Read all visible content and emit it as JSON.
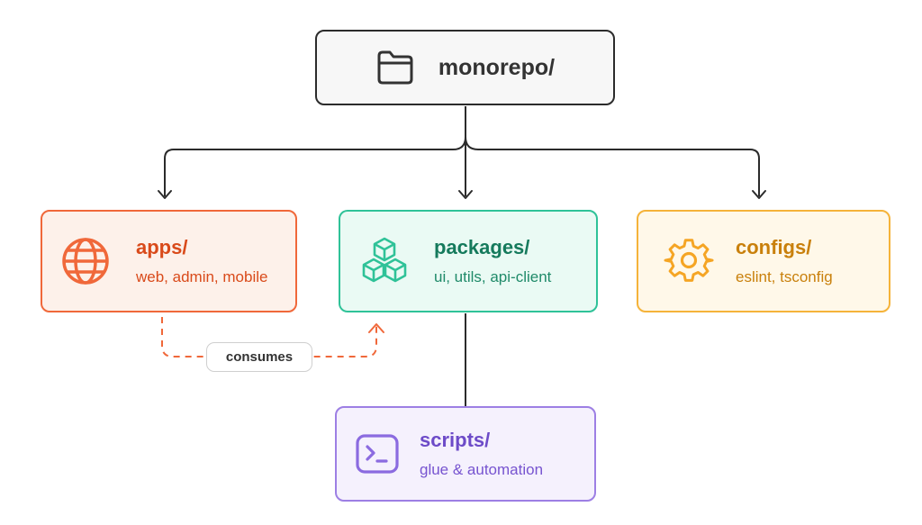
{
  "root": {
    "title": "monorepo/",
    "icon": "folder-icon"
  },
  "children": [
    {
      "id": "apps",
      "title": "apps/",
      "subtitle": "web, admin, mobile",
      "icon": "globe-icon",
      "color": "#f0683a"
    },
    {
      "id": "packages",
      "title": "packages/",
      "subtitle": "ui, utils, api-client",
      "icon": "cubes-icon",
      "color": "#2fc298"
    },
    {
      "id": "configs",
      "title": "configs/",
      "subtitle": "eslint, tsconfig",
      "icon": "gear-icon",
      "color": "#f5b33a"
    }
  ],
  "scripts": {
    "title": "scripts/",
    "subtitle": "glue & automation",
    "icon": "terminal-icon",
    "color": "#9d7fe4"
  },
  "edge_label": "consumes",
  "colors": {
    "connector": "#2b2b2b",
    "consumes_edge": "#f0683a"
  }
}
